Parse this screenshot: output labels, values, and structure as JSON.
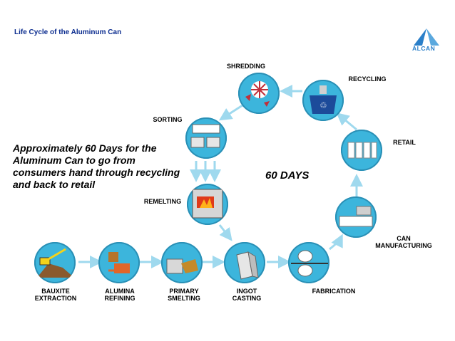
{
  "title": "Life Cycle of the Aluminum Can",
  "logo": {
    "text": "ALCAN",
    "color": "#2a7fc9"
  },
  "note": "Approximately 60 Days for the Aluminum Can to go from consumers hand through recycling and back to retail",
  "center_label": "60 DAYS",
  "colors": {
    "circle": "#3cb5dc",
    "arrow": "#9fd9ee",
    "title": "#0b2c8f"
  },
  "stages": {
    "shredding": {
      "line1": "SHREDDING",
      "line2": ""
    },
    "recycling": {
      "line1": "RECYCLING",
      "line2": ""
    },
    "sorting": {
      "line1": "SORTING",
      "line2": ""
    },
    "retail": {
      "line1": "RETAIL",
      "line2": ""
    },
    "remelting": {
      "line1": "REMELTING",
      "line2": ""
    },
    "can_manufacturing": {
      "line1": "CAN",
      "line2": "MANUFACTURING"
    },
    "bauxite": {
      "line1": "BAUXITE",
      "line2": "EXTRACTION"
    },
    "alumina": {
      "line1": "ALUMINA",
      "line2": "REFINING"
    },
    "primary": {
      "line1": "PRIMARY",
      "line2": "SMELTING"
    },
    "ingot": {
      "line1": "INGOT",
      "line2": "CASTING"
    },
    "fabrication": {
      "line1": "FABRICATION",
      "line2": ""
    }
  }
}
